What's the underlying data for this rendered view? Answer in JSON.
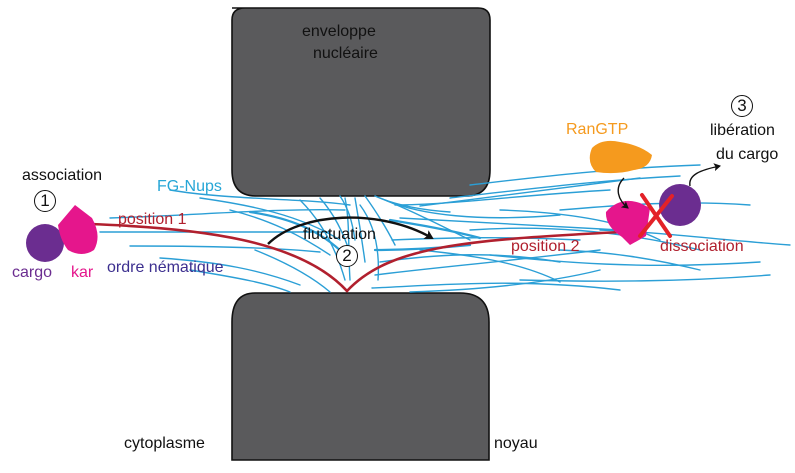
{
  "labels": {
    "envelope_line1": "enveloppe",
    "envelope_line2": "nucléaire",
    "association": "association",
    "fg_nups": "FG-Nups",
    "position1": "position 1",
    "fluctuation": "fluctuation",
    "position2": "position 2",
    "ran_gtp": "RanGTP",
    "liberation_line1": "libération",
    "liberation_line2": "du cargo",
    "dissociation": "dissociation",
    "cargo": "cargo",
    "kar": "kar",
    "ordre_nematique": "ordre nématique",
    "cytoplasme": "cytoplasme",
    "noyau": "noyau"
  },
  "steps": {
    "step1": "1",
    "step2": "2",
    "step3": "3"
  },
  "colors": {
    "envelope_fill": "#5a5a5c",
    "fg_nups": "#2b9fd6",
    "position_path": "#b1202e",
    "cargo": "#6b2d90",
    "kar": "#e5168c",
    "ran_gtp": "#f59a1e",
    "cross": "#e32228",
    "nematic": "#3c2f8f",
    "fg_label": "#26a6d6"
  },
  "icons": [
    "arrow-icon",
    "cross-icon",
    "blob-icon"
  ]
}
